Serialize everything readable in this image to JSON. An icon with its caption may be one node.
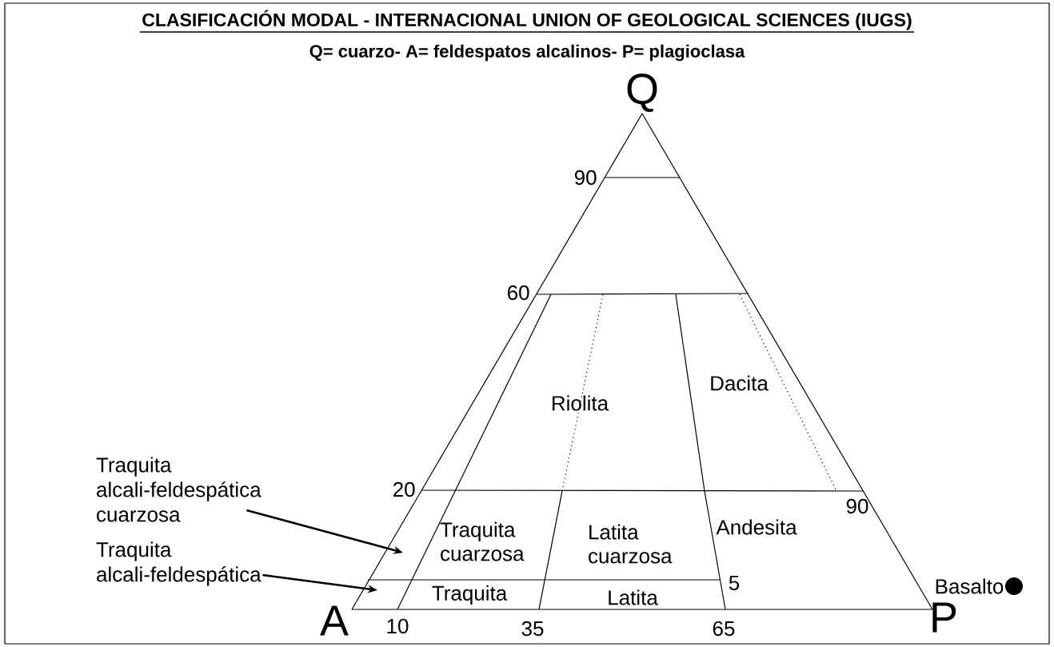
{
  "diagram": {
    "title": "CLASIFICACIÓN MODAL - INTERNACIONAL UNION OF GEOLOGICAL SCIENCES (IUGS)",
    "nodes": [
      {
        "text": [
          "Traquita alcali-feldespática cuarzosa"
        ]
      },
      {
        "text": [
          "Traquita alcali-feldespática"
        ]
      }
    ],
    "edges": [
      {
        "from": 0,
        "to": null,
        "arrow": "to"
      },
      {
        "from": 1,
        "to": null,
        "arrow": "to"
      }
    ],
    "labels": [
      "Q= cuarzo-  A= feldespatos alcalinos-  P= plagioclasa",
      "Q",
      "90",
      "60",
      "Dacita",
      "Riolita",
      "20",
      "90",
      "Traquita cuarzosa",
      "Latita cuarzosa",
      "Andesita",
      "5",
      "Basalto",
      "A",
      "Traquita",
      "Latita",
      "P",
      "10",
      "35",
      "65"
    ]
  }
}
